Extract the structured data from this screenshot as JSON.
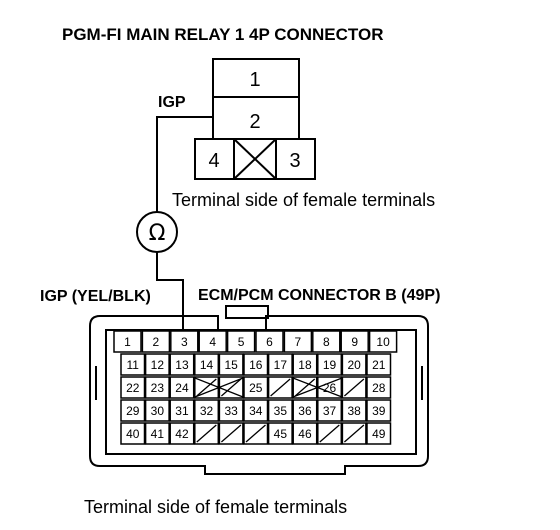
{
  "title": "PGM-FI MAIN RELAY 1 4P CONNECTOR",
  "relay": {
    "terminals": [
      "1",
      "2",
      "4",
      "3"
    ],
    "caption": "Terminal side of female terminals"
  },
  "wire_label_top": "IGP",
  "wire_label_bottom": "IGP (YEL/BLK)",
  "meter_symbol": "Ω",
  "ecm": {
    "title": "ECM/PCM CONNECTOR B (49P)",
    "rows": [
      [
        "1",
        "2",
        "3",
        "4",
        "5",
        "6",
        "7",
        "8",
        "9",
        "10"
      ],
      [
        "11",
        "12",
        "13",
        "14",
        "15",
        "16",
        "17",
        "18",
        "19",
        "20",
        "21"
      ],
      [
        "22",
        "23",
        "24",
        "",
        "",
        "25",
        "",
        "",
        "26",
        "",
        "28"
      ],
      [
        "29",
        "30",
        "31",
        "32",
        "33",
        "34",
        "35",
        "36",
        "37",
        "38",
        "39"
      ],
      [
        "40",
        "41",
        "42",
        "",
        "",
        "",
        "45",
        "46",
        "",
        "",
        "49"
      ]
    ],
    "caption": "Terminal side of female terminals"
  }
}
